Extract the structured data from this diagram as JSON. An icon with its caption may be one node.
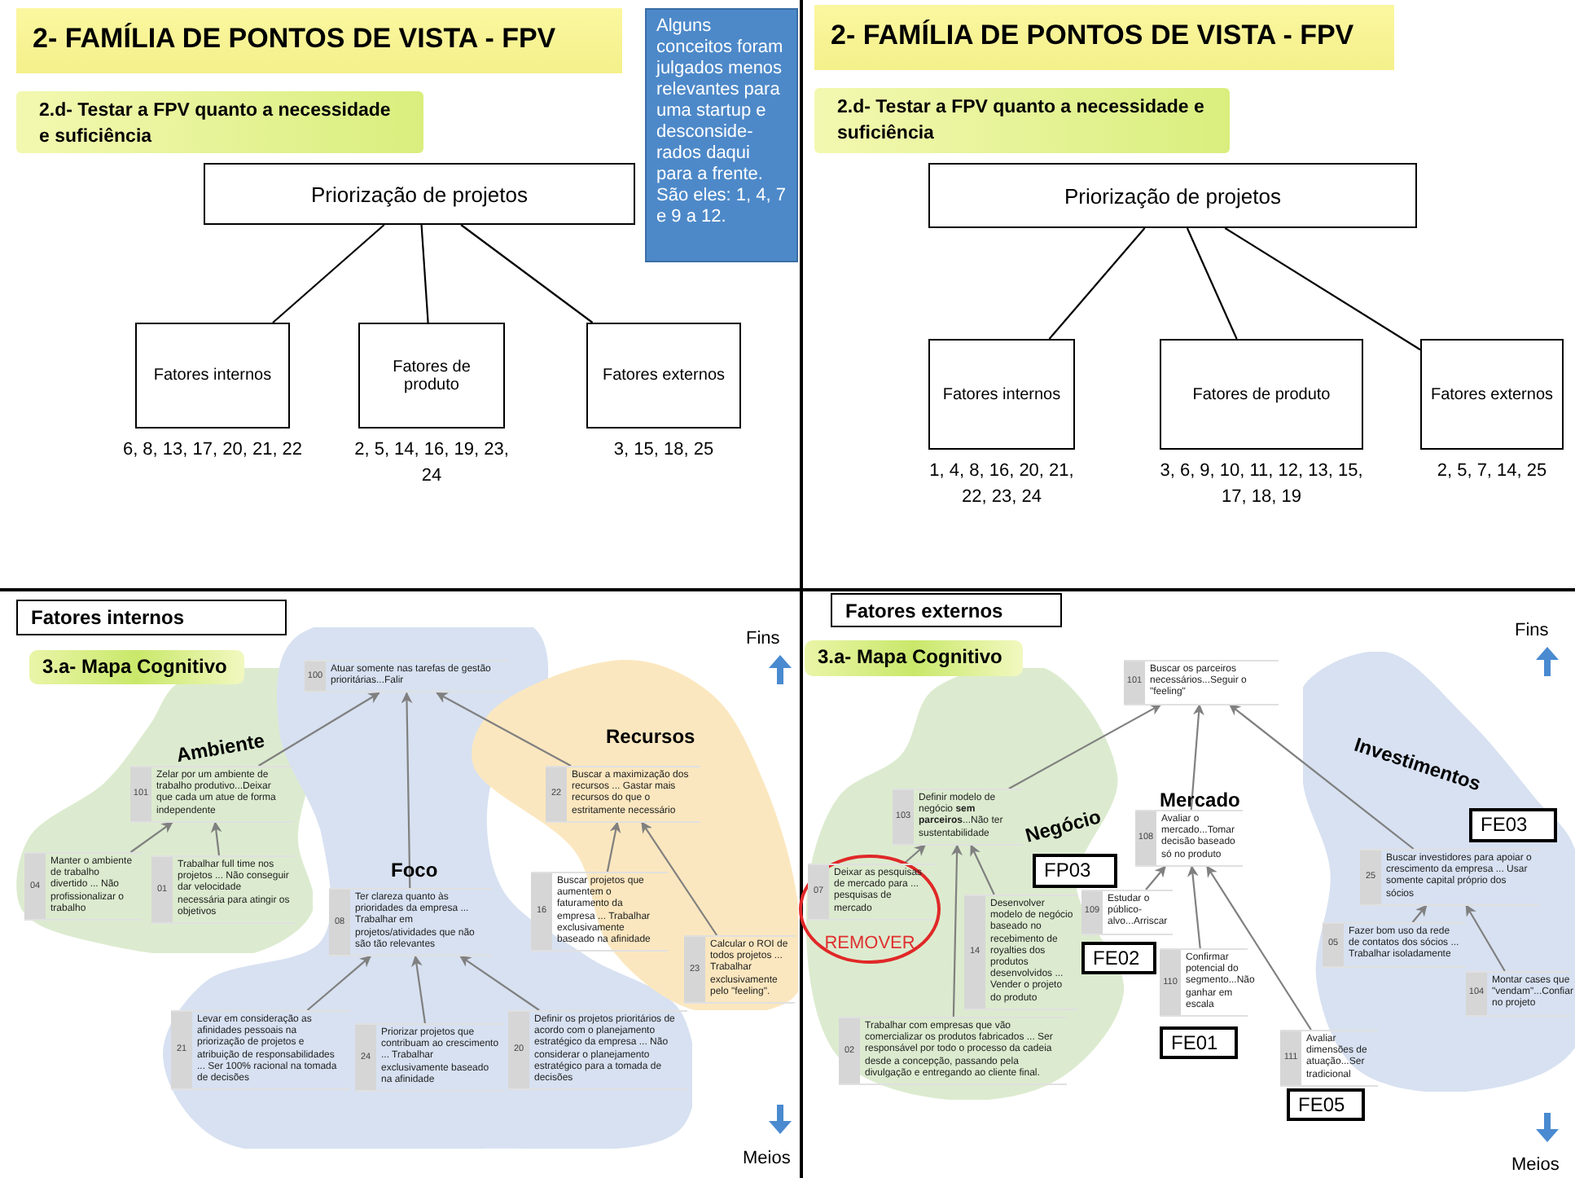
{
  "diagram": {
    "nodes": [
      {
        "text": [
          "2- FAMÍLIA DE PONTOS DE VISTA - FPV"
        ]
      },
      {
        "text": [
          "2.d- Testar a FPV quanto a necessidade e suficiência"
        ]
      },
      {
        "text": [
          "Alguns conceitos foram julgados menos relevantes para uma startup e desconside-rados daqui para a frente. São eles: 1, 4, 7 e 9 a 12."
        ]
      },
      {
        "text": [
          "Priorização de projetos"
        ]
      },
      {
        "text": [
          "Fatores internos"
        ],
        "beside": [
          "6, 8, 13, 17, 20, 21, 22"
        ]
      },
      {
        "text": [
          "Fatores de produto"
        ],
        "beside": [
          "2, 5, 14, 16, 19, 23, 24"
        ]
      },
      {
        "text": [
          "Fatores externos"
        ],
        "beside": [
          "3, 15, 18, 25"
        ]
      },
      {
        "text": [
          "2- FAMÍLIA DE PONTOS DE VISTA - FPV"
        ]
      },
      {
        "text": [
          "2.d- Testar a FPV quanto a necessidade e suficiência"
        ]
      },
      {
        "text": [
          "Priorização de projetos"
        ]
      },
      {
        "text": [
          "Fatores internos"
        ],
        "beside": [
          "1, 4, 8, 16, 20, 21, 22, 23, 24"
        ]
      },
      {
        "text": [
          "Fatores de produto"
        ],
        "beside": [
          "3, 6, 9, 10, 11, 12, 13, 15, 17, 18, 19"
        ]
      },
      {
        "text": [
          "Fatores externos"
        ],
        "beside": [
          "2, 5, 7, 14, 25"
        ]
      },
      {
        "text": [
          "Fatores internos"
        ]
      },
      {
        "text": [
          "3.a- Mapa Cognitivo"
        ]
      },
      {
        "text": [
          "Ambiente"
        ]
      },
      {
        "text": [
          "Foco"
        ]
      },
      {
        "text": [
          "Recursos"
        ]
      },
      {
        "text": [
          "100",
          "Atuar somente nas tarefas de gestão prioritárias...Falir"
        ],
        "in": 16
      },
      {
        "text": [
          "101",
          "Zelar por um ambiente de trabalho produtivo...Deixar que cada um atue de forma independente"
        ],
        "in": 15
      },
      {
        "text": [
          "04",
          "Manter o ambiente de trabalho divertido ... Não profissionalizar o trabalho"
        ],
        "in": 15
      },
      {
        "text": [
          "01",
          "Trabalhar full time nos projetos ... Não conseguir dar velocidade necessária para atingir os objetivos"
        ],
        "in": 15
      },
      {
        "text": [
          "08",
          "Ter clareza quanto às prioridades da empresa ... Trabalhar em projetos/atividades que não são tão relevantes"
        ],
        "in": 16
      },
      {
        "text": [
          "21",
          "Levar em consideração as afinidades pessoais na priorização de projetos e atribuição de responsabilidades ... Ser 100% racional na tomada de decisões"
        ],
        "in": 16
      },
      {
        "text": [
          "24",
          "Priorizar projetos que contribuam ao crescimento ... Trabalhar exclusivamente baseado na afinidade"
        ],
        "in": 16
      },
      {
        "text": [
          "20",
          "Definir os projetos prioritários de acordo com o planejamento estratégico da empresa ... Não considerar o planejamento estratégico para a tomada de decisões"
        ],
        "in": 16
      },
      {
        "text": [
          "22",
          "Buscar a maximização dos recursos ... Gastar mais recursos do que o estritamente necessário"
        ],
        "in": 17
      },
      {
        "text": [
          "16",
          "Buscar projetos que aumentem o faturamento da empresa ... Trabalhar exclusivamente baseado na afinidade"
        ],
        "in": 17
      },
      {
        "text": [
          "23",
          "Calcular o ROI de todos projetos ... Trabalhar exclusivamente pelo \"feeling\"."
        ],
        "in": 17
      },
      {
        "text": [
          "Fatores externos"
        ]
      },
      {
        "text": [
          "3.a- Mapa Cognitivo"
        ]
      },
      {
        "text": [
          "Negócio"
        ]
      },
      {
        "text": [
          "Investimentos"
        ]
      },
      {
        "text": [
          "101",
          "Buscar os parceiros necessários...Seguir o \"feeling\""
        ]
      },
      {
        "text": [
          "103",
          "Definir modelo de negócio **sem parceiros**...Não ter sustentabilidade"
        ],
        "in": 31
      },
      {
        "text": [
          "REMOVER"
        ],
        "in": 31
      },
      {
        "text": [
          "07",
          "Deixar as pesquisas de mercado para ... pesquisas de mercado"
        ],
        "in": 35
      },
      {
        "text": [
          "02",
          "Trabalhar com empresas que vão comercializar os produtos fabricados ... Ser responsável por todo o processo da cadeia desde a concepção, passando pela divulgação e entregando ao cliente final."
        ],
        "in": 31
      },
      {
        "text": [
          "14",
          "Desenvolver modelo de negócio baseado no recebimento de royalties dos produtos desenvolvidos ... Vender o projeto do produto"
        ],
        "in": 31
      },
      {
        "text": [
          "FP03"
        ],
        "in": 31
      },
      {
        "text": [
          "108",
          "Avaliar o mercado...Tomar decisão baseado só no produto"
        ]
      },
      {
        "text": [
          "109",
          "Estudar o público-alvo...Arriscar"
        ]
      },
      {
        "text": [
          "FE02"
        ]
      },
      {
        "text": [
          "110",
          "Confirmar potencial do segmento...Não ganhar em escala"
        ]
      },
      {
        "text": [
          "FE01"
        ]
      },
      {
        "text": [
          "111",
          "Avaliar dimensões de atuação...Ser tradicional"
        ]
      },
      {
        "text": [
          "FE05"
        ]
      },
      {
        "text": [
          "FE03"
        ],
        "in": 32
      },
      {
        "text": [
          "25",
          "Buscar investidores para apoiar o crescimento da empresa ... Usar somente capital próprio dos sócios"
        ],
        "in": 32
      },
      {
        "text": [
          "05",
          "Fazer bom uso da rede de contatos dos sócios ... Trabalhar isoladamente"
        ],
        "in": 32
      },
      {
        "text": [
          "104",
          "Montar cases que \"vendam\"...Confiar no projeto"
        ],
        "in": 32
      }
    ],
    "edges": [
      {
        "from": 4,
        "to": 3,
        "arrow": "none",
        "color": "#000000"
      },
      {
        "from": 5,
        "to": 3,
        "arrow": "none",
        "color": "#000000"
      },
      {
        "from": 6,
        "to": 3,
        "arrow": "none",
        "color": "#000000"
      },
      {
        "from": 10,
        "to": 9,
        "arrow": "none",
        "color": "#000000"
      },
      {
        "from": 11,
        "to": 9,
        "arrow": "none",
        "color": "#000000"
      },
      {
        "from": 12,
        "to": 9,
        "arrow": "none",
        "color": "#000000"
      },
      {
        "from": 19,
        "to": 18,
        "arrow": "to"
      },
      {
        "from": 22,
        "to": 18,
        "arrow": "to"
      },
      {
        "from": 26,
        "to": 18,
        "arrow": "to"
      },
      {
        "from": 20,
        "to": 19,
        "arrow": "to"
      },
      {
        "from": 21,
        "to": 19,
        "arrow": "to"
      },
      {
        "from": 23,
        "to": 22,
        "arrow": "to"
      },
      {
        "from": 24,
        "to": 22,
        "arrow": "to"
      },
      {
        "from": 25,
        "to": 22,
        "arrow": "to"
      },
      {
        "from": 27,
        "to": 26,
        "arrow": "to"
      },
      {
        "from": 28,
        "to": 26,
        "arrow": "to"
      },
      {
        "from": 34,
        "to": 33,
        "arrow": "to"
      },
      {
        "from": 40,
        "to": 33,
        "arrow": "to"
      },
      {
        "from": 48,
        "to": 33,
        "arrow": "to"
      },
      {
        "from": 36,
        "to": 34,
        "arrow": "to"
      },
      {
        "from": 37,
        "to": 34,
        "arrow": "to"
      },
      {
        "from": 38,
        "to": 34,
        "arrow": "to"
      },
      {
        "from": 41,
        "to": 40,
        "arrow": "to"
      },
      {
        "from": 43,
        "to": 40,
        "arrow": "to"
      },
      {
        "from": 45,
        "to": 40,
        "arrow": "to"
      },
      {
        "from": 49,
        "to": 48,
        "arrow": "to"
      },
      {
        "from": 50,
        "to": 48,
        "arrow": "to"
      }
    ],
    "labels": [
      "Fins",
      "Fins",
      "Mercado",
      "Meios",
      "Meios"
    ]
  }
}
